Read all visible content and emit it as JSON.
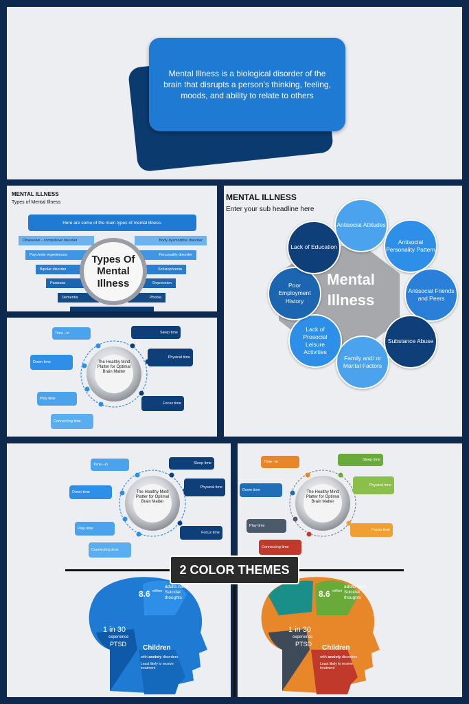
{
  "slide1": {
    "text": "Mental Illness is a biological disorder of the brain that disrupts a person's thinking, feeling, moods, and ability to relate to others"
  },
  "slide2": {
    "title": "MENTAL ILLNESS",
    "subtitle": "Types of Mental Illness",
    "banner": "Here are some of the main types of mental illness.",
    "center": "Types Of Mental Illness",
    "left_items": [
      "Obsessive - compulsive disorder",
      "Psychotic experiences",
      "Bipolar disorder",
      "Paranoia",
      "Dementia"
    ],
    "right_items": [
      "Body dysmorphic disorder",
      "Personality disorder",
      "Schizophrenia",
      "Depression",
      "Phobia"
    ]
  },
  "platter": {
    "center": "The Healthy Mind Platter for Optimal Brain Matter",
    "items": {
      "time_in": "Time –in",
      "sleep": "Sleep time",
      "physical": "Physical time",
      "down": "Down time",
      "play": "Play time",
      "focus": "Focus time",
      "connecting": "Connecting time"
    }
  },
  "slide4": {
    "title": "MENTAL ILLNESS",
    "subtitle": "Enter your sub headline here",
    "center": "Mental Illness",
    "nodes": [
      "Antisocial Attitudes",
      "Antisocial Personality Pattern",
      "Antisocial Friends and Peers",
      "Substance Abuse",
      "Family and/ or Marital Factors",
      "Lack of Prosocial Leisure Activities",
      "Poor Employment History",
      "Lack of Education"
    ]
  },
  "banner_themes": "2 COLOR THEMES",
  "head": {
    "stat1_num": "8.6",
    "stat1_unit": "million",
    "stat1_text": "adults have Suicidal thoughts",
    "stat2": "1 in 30",
    "stat2_sub": "experience",
    "stat2_text": "PTSD",
    "stat3": "Children",
    "stat3_sub1": "with",
    "stat3_bold": "anxiety",
    "stat3_sub2": "disorders",
    "stat3_text": "Least likely to receive treatment"
  },
  "colors": {
    "navy": "#0d2a4e",
    "blue": "#1f7ad4",
    "light_blue": "#2e8fe8",
    "dark_blue": "#0f3f78",
    "orange": "#e8862a",
    "green": "#6aaa3a",
    "red": "#c0392b"
  }
}
